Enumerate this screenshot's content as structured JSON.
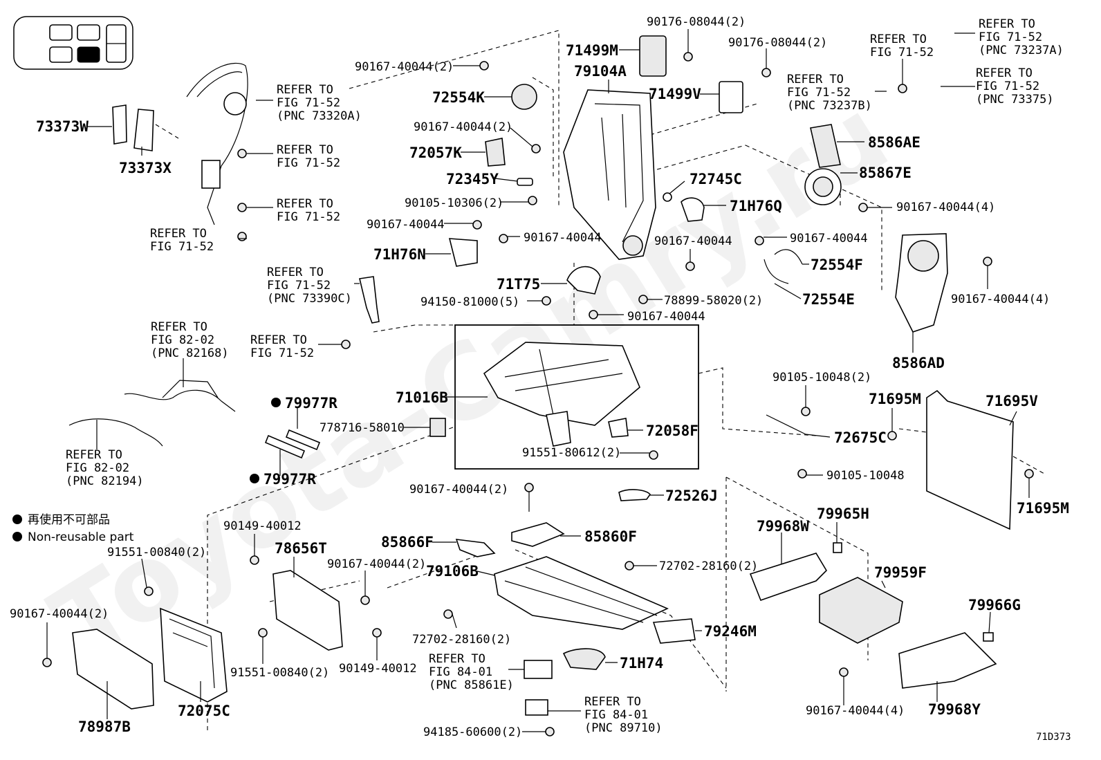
{
  "diagram_ref": "71D373",
  "watermark": "Toyota-Camry.ru",
  "legend": {
    "jp": "再使用不可部品",
    "en": "Non-reusable part"
  },
  "labels": {
    "l90167_40044_2_top": "90167-40044(2)",
    "refer_73320A_1": "REFER TO",
    "refer_73320A_2": "FIG 71-52",
    "refer_73320A_3": "(PNC 73320A)",
    "refer_a1": "REFER TO",
    "refer_a2": "FIG 71-52",
    "refer_b1": "REFER TO",
    "refer_b2": "FIG 71-52",
    "refer_c1": "REFER TO",
    "refer_c2": "FIG 71-52",
    "p73373W": "73373W",
    "p73373X": "73373X",
    "p72554K": "72554K",
    "l90167_40044_2_mid": "90167-40044(2)",
    "p72057K": "72057K",
    "p72345Y": "72345Y",
    "l90105_10306_2": "90105-10306(2)",
    "l90167_40044_a": "90167-40044",
    "l90167_40044_b": "90167-40044",
    "p71H76N": "71H76N",
    "p71499M": "71499M",
    "l90176_08044_2_a": "90176-08044(2)",
    "l90176_08044_2_b": "90176-08044(2)",
    "p79104A": "79104A",
    "p71499V": "71499V",
    "p72745C": "72745C",
    "p71H76Q": "71H76Q",
    "l90167_40044_c": "90167-40044",
    "l90167_40044_d": "90167-40044",
    "p72554F": "72554F",
    "p72554E": "72554E",
    "l78899_58020_2": "78899-58020(2)",
    "p71T75": "71T75",
    "l94150_81000_5": "94150-81000(5)",
    "l90167_40044_e": "90167-40044",
    "refer_73390C_1": "REFER TO",
    "refer_73390C_2": "FIG 71-52",
    "refer_73390C_3": "(PNC 73390C)",
    "refer_d1": "REFER TO",
    "refer_d2": "FIG 71-52",
    "refer_82168_1": "REFER TO",
    "refer_82168_2": "FIG 82-02",
    "refer_82168_3": "(PNC 82168)",
    "refer_82194_1": "REFER TO",
    "refer_82194_2": "FIG 82-02",
    "refer_82194_3": "(PNC 82194)",
    "p79977R_a": "79977R",
    "p79977R_b": "79977R",
    "l778716_58010": "778716-58010",
    "p71016B": "71016B",
    "p72058F": "72058F",
    "l91551_80612_2": "91551-80612(2)",
    "refer_top_right_a1": "REFER TO",
    "refer_top_right_a2": "FIG 71-52",
    "refer_73237A_1": "REFER TO",
    "refer_73237A_2": "FIG 71-52",
    "refer_73237A_3": "(PNC 73237A)",
    "refer_73237B_1": "REFER TO",
    "refer_73237B_2": "FIG 71-52",
    "refer_73237B_3": "(PNC 73237B)",
    "refer_73375_1": "REFER TO",
    "refer_73375_2": "FIG 71-52",
    "refer_73375_3": "(PNC 73375)",
    "p8586AE": "8586AE",
    "p85867E": "85867E",
    "l90167_40044_4_a": "90167-40044(4)",
    "l90167_40044_4_b": "90167-40044(4)",
    "p8586AD": "8586AD",
    "l90105_10048_2": "90105-10048(2)",
    "p71695M_a": "71695M",
    "p71695V": "71695V",
    "p72675C": "72675C",
    "l90105_10048": "90105-10048",
    "p71695M_b": "71695M",
    "l90167_40044_2_low": "90167-40044(2)",
    "p72526J": "72526J",
    "l90149_40012_a": "90149-40012",
    "l91551_00840_2_a": "91551-00840(2)",
    "p78656T": "78656T",
    "p85866F": "85866F",
    "p85860F": "85860F",
    "l90167_40044_2_c": "90167-40044(2)",
    "p79106B": "79106B",
    "l72702_28160_2_a": "72702-28160(2)",
    "l72702_28160_2_b": "72702-28160(2)",
    "p79246M": "79246M",
    "l90167_40044_2_left": "90167-40044(2)",
    "l91551_00840_2_b": "91551-00840(2)",
    "l90149_40012_b": "90149-40012",
    "refer_85861E_1": "REFER TO",
    "refer_85861E_2": "FIG 84-01",
    "refer_85861E_3": "(PNC 85861E)",
    "p71H74": "71H74",
    "refer_89710_1": "REFER TO",
    "refer_89710_2": "FIG 84-01",
    "refer_89710_3": "(PNC 89710)",
    "l94185_60600_2": "94185-60600(2)",
    "p78987B": "78987B",
    "p72075C": "72075C",
    "p79968W": "79968W",
    "p79965H": "79965H",
    "p79959F": "79959F",
    "p79966G": "79966G",
    "l90167_40044_4_c": "90167-40044(4)",
    "p79968Y": "79968Y"
  }
}
